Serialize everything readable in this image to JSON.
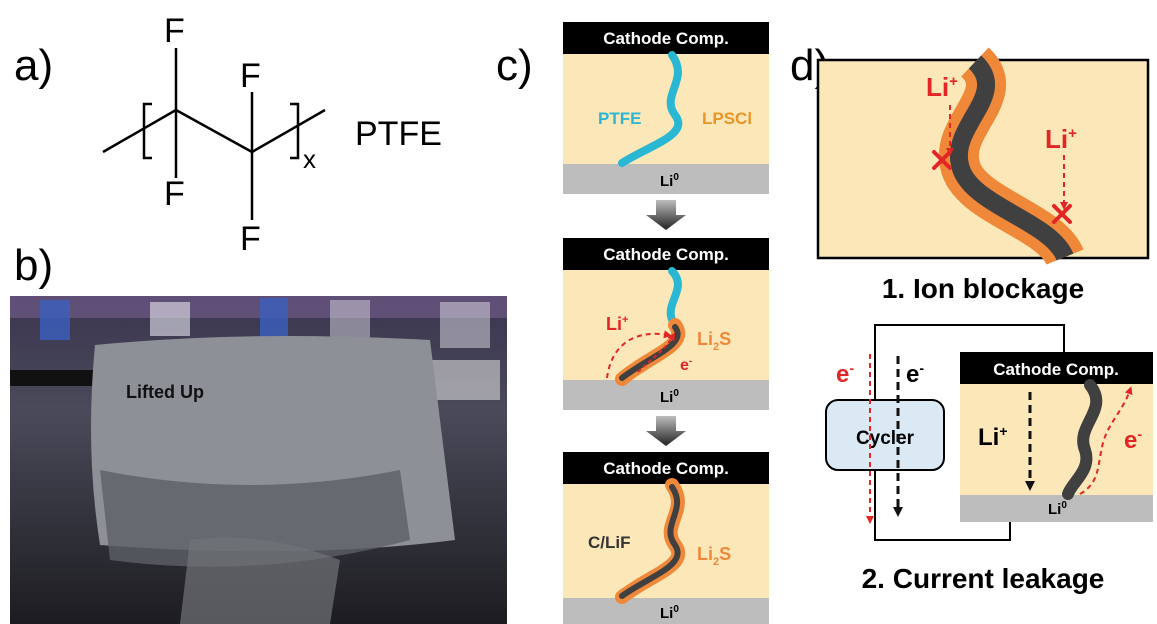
{
  "panels": {
    "a": "a)",
    "b": "b)",
    "c": "c)",
    "d": "d)"
  },
  "molecule": {
    "atom": "F",
    "subscript": "x",
    "name": "PTFE"
  },
  "photo": {
    "label": "Lifted Up"
  },
  "panel_c": {
    "header": "Cathode Comp.",
    "substrate": "Li",
    "substrate_sup": "0",
    "step1": {
      "fiber": "PTFE",
      "matrix": "LPSCl"
    },
    "step2": {
      "ion": "Li",
      "ion_sup": "+",
      "product": "Li",
      "product_sub": "2",
      "product_tail": "S",
      "electron": "e",
      "electron_sup": "-"
    },
    "step3": {
      "core": "C/LiF",
      "product": "Li",
      "product_sub": "2",
      "product_tail": "S"
    }
  },
  "panel_d": {
    "ion": "Li",
    "ion_sup": "+",
    "caption1": "1. Ion blockage",
    "caption2": "2. Current leakage",
    "cycler": "Cycler",
    "electron": "e",
    "electron_sup": "-",
    "header": "Cathode Comp.",
    "substrate": "Li",
    "substrate_sup": "0"
  },
  "colors": {
    "electrolyte": "#fbe7b8",
    "header": "#000000",
    "lithium": "#bdbdbd",
    "ptfe": "#2ab7d3",
    "li2s": "#f0883a",
    "carbon": "#404040",
    "arrow_red": "#e22525",
    "cycler_box": "#dbe9f5"
  }
}
